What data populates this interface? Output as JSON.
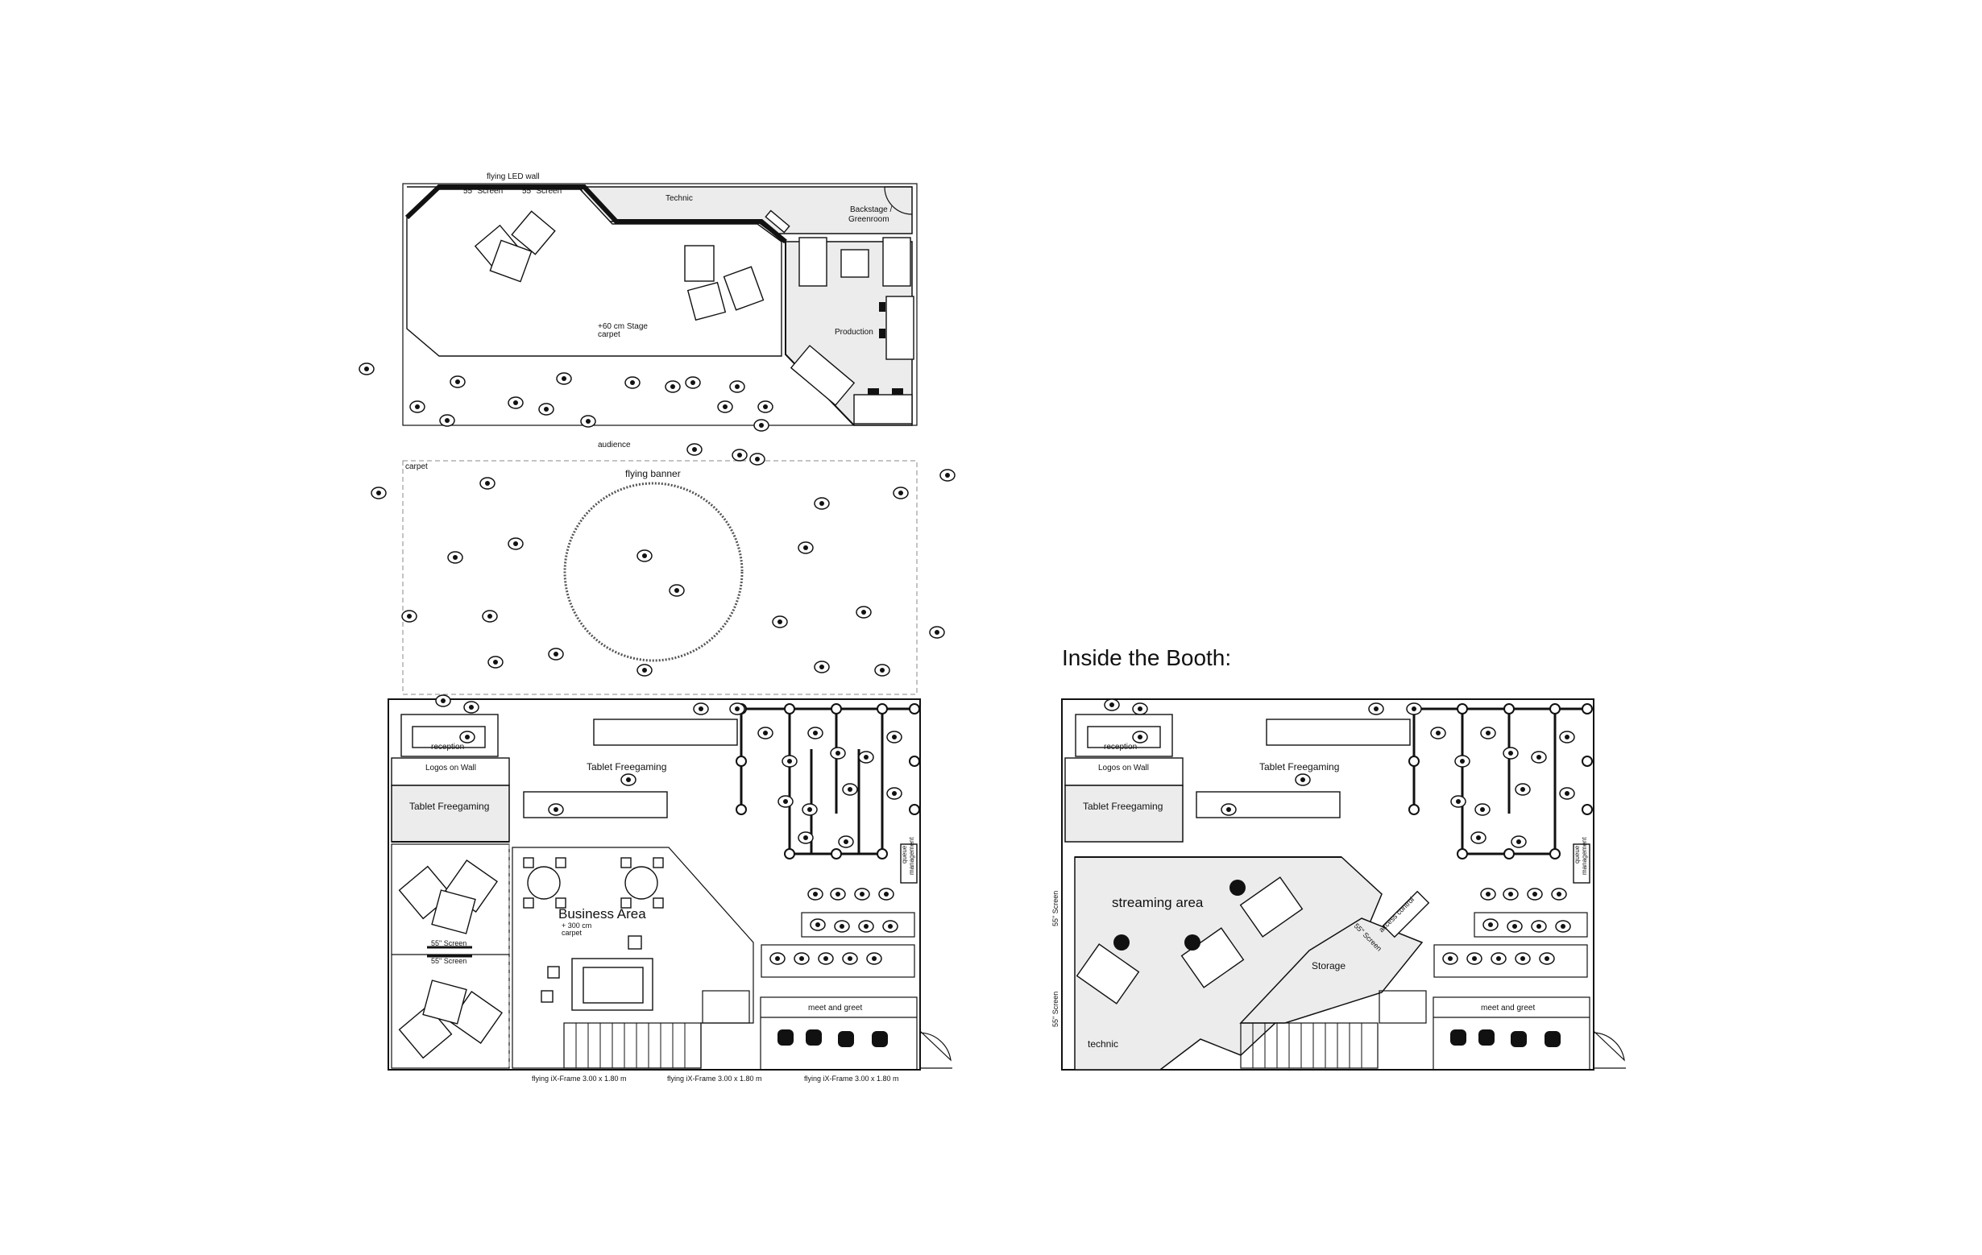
{
  "main_plan": {
    "led_wall": "flying LED wall",
    "screen_55": "55\" Screen",
    "technic": "Technic",
    "backstage": [
      "Backstage /",
      "Greenroom"
    ],
    "production": "Production",
    "stage": [
      "+60 cm Stage",
      "carpet"
    ],
    "audience": "audience",
    "carpet": "carpet",
    "flying_banner": "flying banner",
    "reception": "reception",
    "logos_on_wall": "Logos on Wall",
    "tablet_freegaming": "Tablet Freegaming",
    "business_area": "Business Area",
    "business_sub": [
      "+ 300 cm",
      "carpet"
    ],
    "queue_management": [
      "queue",
      "management"
    ],
    "meet_and_greet": "meet and greet",
    "ix_frame": "flying iX-Frame 3.00 x 1.80 m"
  },
  "booth_plan": {
    "heading": "Inside the Booth:",
    "reception": "reception",
    "logos_on_wall": "Logos on Wall",
    "tablet_freegaming": "Tablet Freegaming",
    "streaming_area": "streaming area",
    "screen_55": "55\" Screen",
    "access_control": "access control",
    "storage": "Storage",
    "technic": "technic",
    "queue_management": [
      "queue",
      "management"
    ],
    "meet_and_greet": "meet and greet"
  }
}
